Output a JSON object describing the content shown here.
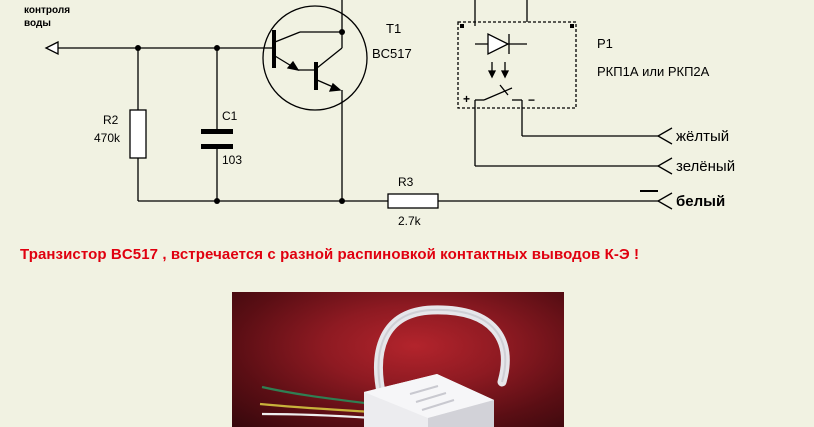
{
  "labels": {
    "water_label_1": "контроля",
    "water_label_2": "воды",
    "t1_ref": "T1",
    "t1_part": "BC517",
    "r2_ref": "R2",
    "r2_value": "470k",
    "c1_ref": "C1",
    "c1_value": "103",
    "r3_ref": "R3",
    "r3_value": "2.7k",
    "p1_ref": "P1",
    "p1_part": "РКП1А или РКП2А",
    "plus_sign": "+",
    "minus_sign": "−"
  },
  "wires": {
    "yellow": {
      "label": "жёлтый",
      "color": "#8a8a00"
    },
    "green": {
      "label": "зелёный",
      "color": "#0a8a0a"
    },
    "white": {
      "label": "белый",
      "color": "#8c8c8c"
    }
  },
  "warning": {
    "text": "Транзистор BC517 , встречается с разной распиновкой контактных  выводов К-Э !",
    "color": "#e0000f"
  }
}
